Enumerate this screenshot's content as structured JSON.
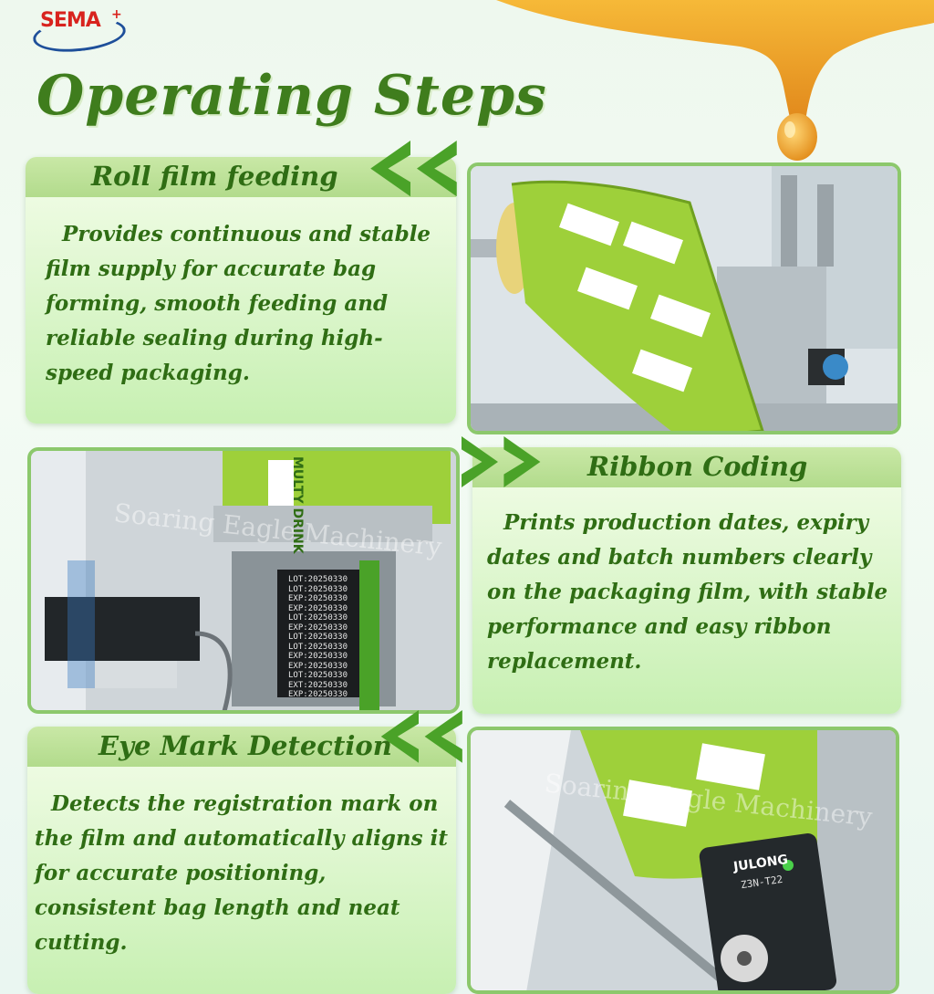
{
  "brand": {
    "logo_text": "SEMA",
    "logo_plus": "+"
  },
  "page_title": "Operating Steps",
  "steps": [
    {
      "title": "Roll film feeding",
      "description": "Provides continuous and stable film supply for accurate bag forming, smooth feeding and reliable sealing during high-speed packaging."
    },
    {
      "title": "Ribbon Coding",
      "description": "Prints production dates, expiry dates and batch numbers clearly on the packaging film, with stable performance and easy ribbon replacement."
    },
    {
      "title": "Eye Mark Detection",
      "description": "Detects the registration mark on the film and automatically aligns it for accurate positioning, consistent bag length and neat cutting."
    }
  ],
  "photos": {
    "watermark": "Soaring Eagle Machinery",
    "coder_codes": [
      "LOT:20250330",
      "LOT:20250330",
      "EXP:20250330",
      "EXP:20250330",
      "LOT:20250330",
      "EXP:20250330",
      "LOT:20250330",
      "LOT:20250330",
      "EXP:20250330",
      "EXP:20250330",
      "LOT:20250330",
      "EXT:20250330",
      "EXP:20250330"
    ],
    "film_brand": "MULTY DRINK",
    "sensor_brand": "JULONG",
    "sensor_model": "Z3N-T22"
  },
  "colors": {
    "primary_green": "#2f6d14",
    "panel_header": "#b2db8c",
    "honey": "#f0a020",
    "logo_red": "#d8231e",
    "logo_blue": "#1e4f9a"
  }
}
